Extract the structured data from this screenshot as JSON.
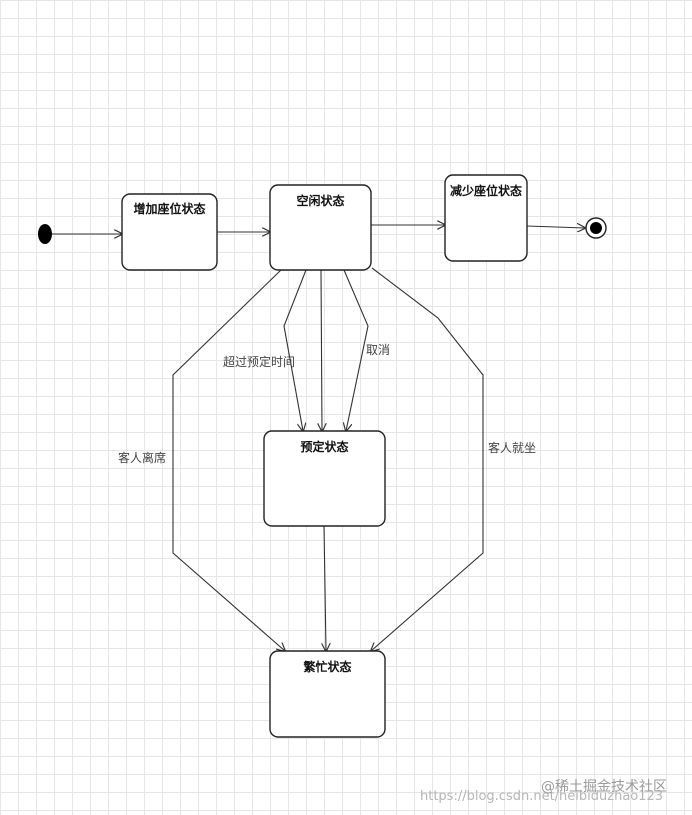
{
  "diagram": {
    "states": {
      "add_seat": "增加座位状态",
      "idle": "空闲状态",
      "reduce_seat": "减少座位状态",
      "reserved": "预定状态",
      "busy": "繁忙状态"
    },
    "transitions": {
      "overtime": "超过预定时间",
      "cancel": "取消",
      "guest_leave": "客人离席",
      "guest_seated": "客人就坐"
    }
  },
  "watermarks": {
    "csdn": "https://blog.csdn.net/heibiduzhao123",
    "juejin": "@稀土掘金技术社区"
  },
  "colors": {
    "stroke": "#222222",
    "grid": "#e6e6e6",
    "watermark": "#b5b5b5"
  }
}
